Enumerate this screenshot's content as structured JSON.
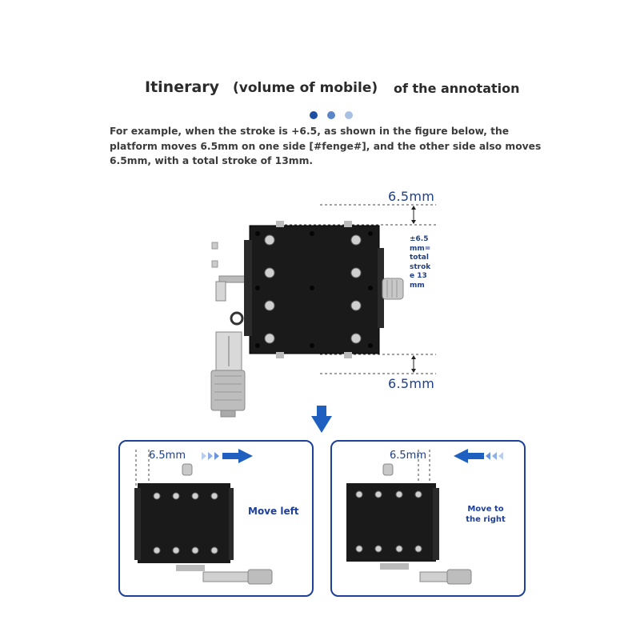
{
  "header": {
    "title_part1": "Itinerary",
    "title_part2": "(volume of mobile)",
    "title_part3": "of the annotation",
    "dot_colors": [
      "#1e4fa3",
      "#5a86c7",
      "#a8c0e2"
    ]
  },
  "description": "For example, when the stroke is +6.5, as shown in the figure below, the platform moves 6.5mm on one side [#fenge#], and the other side also moves 6.5mm, with a total stroke of 13mm.",
  "main_figure": {
    "top_dimension": "6.5mm",
    "bottom_dimension": "6.5mm",
    "side_note": "±6.5mm=total stroke 13mm"
  },
  "panels": [
    {
      "dimension": "6.5mm",
      "label": "Move left",
      "arrow": "right-arrow-icon"
    },
    {
      "dimension": "6.5mm",
      "label": "Move to the right",
      "arrow": "left-arrow-icon"
    }
  ],
  "colors": {
    "accent": "#1e3f9a",
    "stage": "#151515",
    "arrow": "#1f5fbf"
  }
}
